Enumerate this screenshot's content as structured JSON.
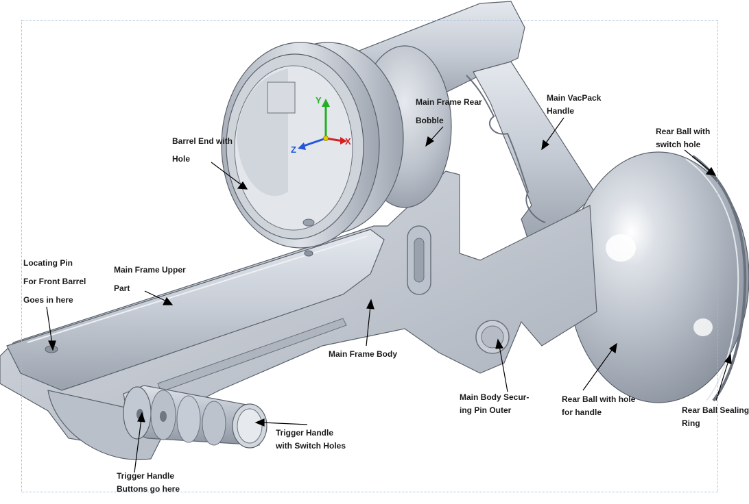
{
  "axes": {
    "y": "Y",
    "x": "X",
    "z": "Z"
  },
  "colors": {
    "body_light": "#e2e6ec",
    "body_mid": "#c4cad3",
    "body_dark": "#8e96a2",
    "edge": "#5a606a",
    "axis_x": "#d42020",
    "axis_y": "#22b022",
    "axis_z": "#2255dd",
    "axis_origin": "#e8c800",
    "frame_border": "#9fbcd6"
  },
  "labels": {
    "barrel_end": [
      "Barrel End with",
      "Hole"
    ],
    "rear_bobble": [
      "Main Frame Rear",
      "Bobble"
    ],
    "vacpack_handle": [
      "Main VacPack",
      "Handle"
    ],
    "rear_ball_switch": [
      "Rear Ball with",
      "switch hole"
    ],
    "locating_pin": [
      "Locating Pin",
      "For Front Barrel",
      "Goes in here"
    ],
    "upper_part": [
      "Main Frame Upper",
      "Part"
    ],
    "frame_body": [
      "Main Frame Body"
    ],
    "securing_pin": [
      "Main Body Secur-",
      "ing Pin Outer"
    ],
    "rear_ball_handle": [
      "Rear Ball with hole",
      "for handle"
    ],
    "sealing_ring": [
      "Rear Ball Sealing",
      "Ring"
    ],
    "trigger_handle": [
      "Trigger Handle",
      "with Switch Holes"
    ],
    "trigger_buttons": [
      "Trigger Handle",
      "Buttons go here"
    ]
  }
}
